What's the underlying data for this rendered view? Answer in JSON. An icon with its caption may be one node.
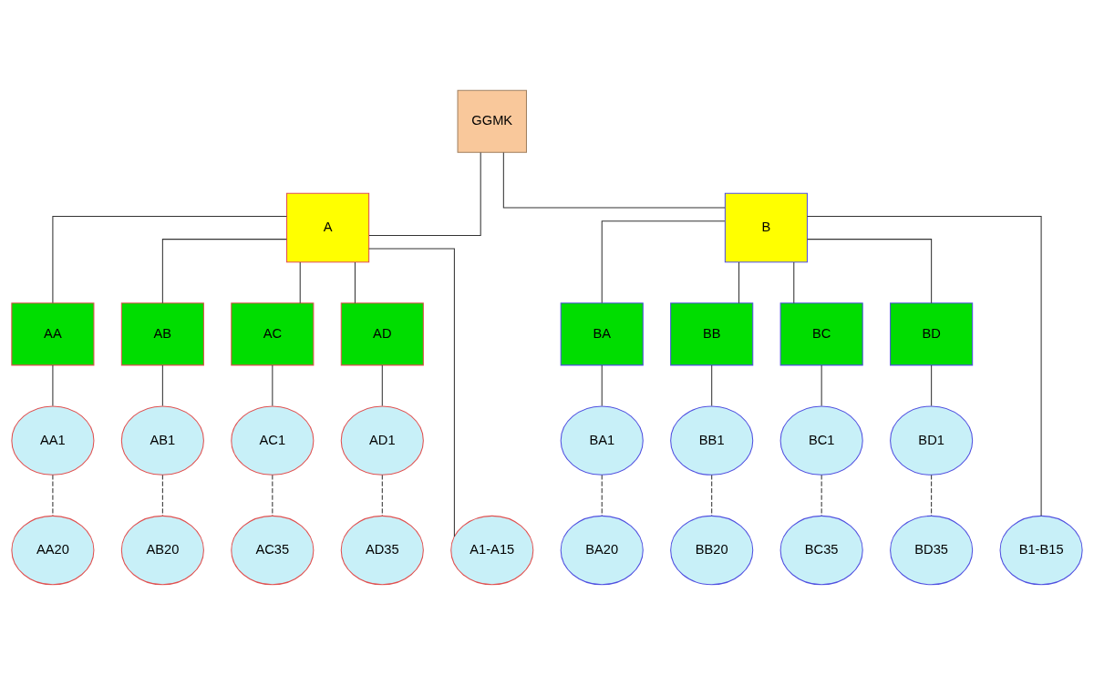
{
  "diagram": {
    "nodes": [
      {
        "text": [
          "GGMK"
        ]
      },
      {
        "text": [
          "A"
        ]
      },
      {
        "text": [
          "B"
        ]
      },
      {
        "text": [
          "AA"
        ]
      },
      {
        "text": [
          "AB"
        ]
      },
      {
        "text": [
          "AC"
        ]
      },
      {
        "text": [
          "AD"
        ]
      },
      {
        "text": [
          "BA"
        ]
      },
      {
        "text": [
          "BB"
        ]
      },
      {
        "text": [
          "BC"
        ]
      },
      {
        "text": [
          "BD"
        ]
      },
      {
        "text": [
          "AA1"
        ]
      },
      {
        "text": [
          "AB1"
        ]
      },
      {
        "text": [
          "AC1"
        ]
      },
      {
        "text": [
          "AD1"
        ]
      },
      {
        "text": [
          "BA1"
        ]
      },
      {
        "text": [
          "BB1"
        ]
      },
      {
        "text": [
          "BC1"
        ]
      },
      {
        "text": [
          "BD1"
        ]
      },
      {
        "text": [
          "AA20"
        ]
      },
      {
        "text": [
          "AB20"
        ]
      },
      {
        "text": [
          "AC35"
        ]
      },
      {
        "text": [
          "AD35"
        ]
      },
      {
        "text": [
          "BA20"
        ]
      },
      {
        "text": [
          "BB20"
        ]
      },
      {
        "text": [
          "BC35"
        ]
      },
      {
        "text": [
          "BD35"
        ]
      },
      {
        "text": [
          "A1-A15"
        ]
      },
      {
        "text": [
          "B1-B15"
        ]
      }
    ],
    "edges": [
      {
        "from": 0,
        "to": 1,
        "arrow": "none"
      },
      {
        "from": 0,
        "to": 2,
        "arrow": "none"
      },
      {
        "from": 1,
        "to": 27,
        "arrow": "none"
      },
      {
        "from": 1,
        "to": 3,
        "arrow": "none"
      },
      {
        "from": 1,
        "to": 4,
        "arrow": "none"
      },
      {
        "from": 1,
        "to": 5,
        "arrow": "none"
      },
      {
        "from": 1,
        "to": 6,
        "arrow": "none"
      },
      {
        "from": 2,
        "to": 7,
        "arrow": "none"
      },
      {
        "from": 2,
        "to": 8,
        "arrow": "none"
      },
      {
        "from": 2,
        "to": 9,
        "arrow": "none"
      },
      {
        "from": 2,
        "to": 10,
        "arrow": "none"
      },
      {
        "from": 2,
        "to": 28,
        "arrow": "none"
      },
      {
        "from": 3,
        "to": 11,
        "arrow": "none"
      },
      {
        "from": 4,
        "to": 12,
        "arrow": "none"
      },
      {
        "from": 5,
        "to": 13,
        "arrow": "none"
      },
      {
        "from": 6,
        "to": 14,
        "arrow": "none"
      },
      {
        "from": 7,
        "to": 15,
        "arrow": "none"
      },
      {
        "from": 8,
        "to": 16,
        "arrow": "none"
      },
      {
        "from": 9,
        "to": 17,
        "arrow": "none"
      },
      {
        "from": 10,
        "to": 18,
        "arrow": "none"
      },
      {
        "from": 11,
        "to": 19,
        "arrow": "none",
        "style": "dashed"
      },
      {
        "from": 12,
        "to": 20,
        "arrow": "none",
        "style": "dashed"
      },
      {
        "from": 13,
        "to": 21,
        "arrow": "none",
        "style": "dashed"
      },
      {
        "from": 14,
        "to": 22,
        "arrow": "none",
        "style": "dashed"
      },
      {
        "from": 15,
        "to": 23,
        "arrow": "none",
        "style": "dashed"
      },
      {
        "from": 16,
        "to": 24,
        "arrow": "none",
        "style": "dashed"
      },
      {
        "from": 17,
        "to": 25,
        "arrow": "none",
        "style": "dashed"
      },
      {
        "from": 18,
        "to": 26,
        "arrow": "none",
        "style": "dashed"
      }
    ]
  }
}
